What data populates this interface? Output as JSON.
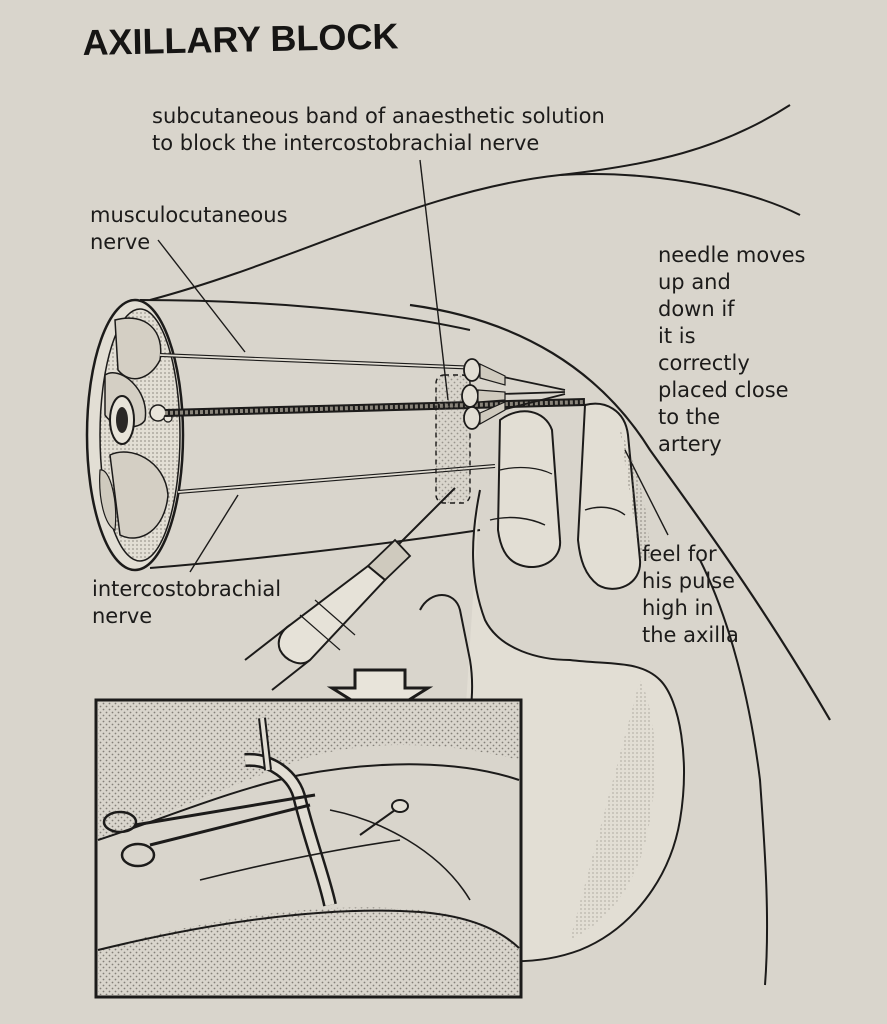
{
  "title": "AXILLARY BLOCK",
  "labels": {
    "subcutaneous": [
      "subcutaneous band of anaesthetic solution",
      "to block the intercostobrachial nerve"
    ],
    "musculocutaneous": [
      "musculocutaneous",
      "nerve"
    ],
    "needle": [
      "needle moves",
      "up and",
      "down if",
      "it is",
      "correctly",
      "placed close",
      "to the",
      "artery"
    ],
    "intercostobrachial": [
      "intercostobrachial",
      "nerve"
    ],
    "pulse": [
      "feel for",
      "his pulse",
      "high in",
      "the axilla"
    ]
  },
  "colors": {
    "paper": "#d9d5cc",
    "ink": "#1c1b1a",
    "tissue": "#c9c4b8",
    "stipple": "#8d887e"
  }
}
